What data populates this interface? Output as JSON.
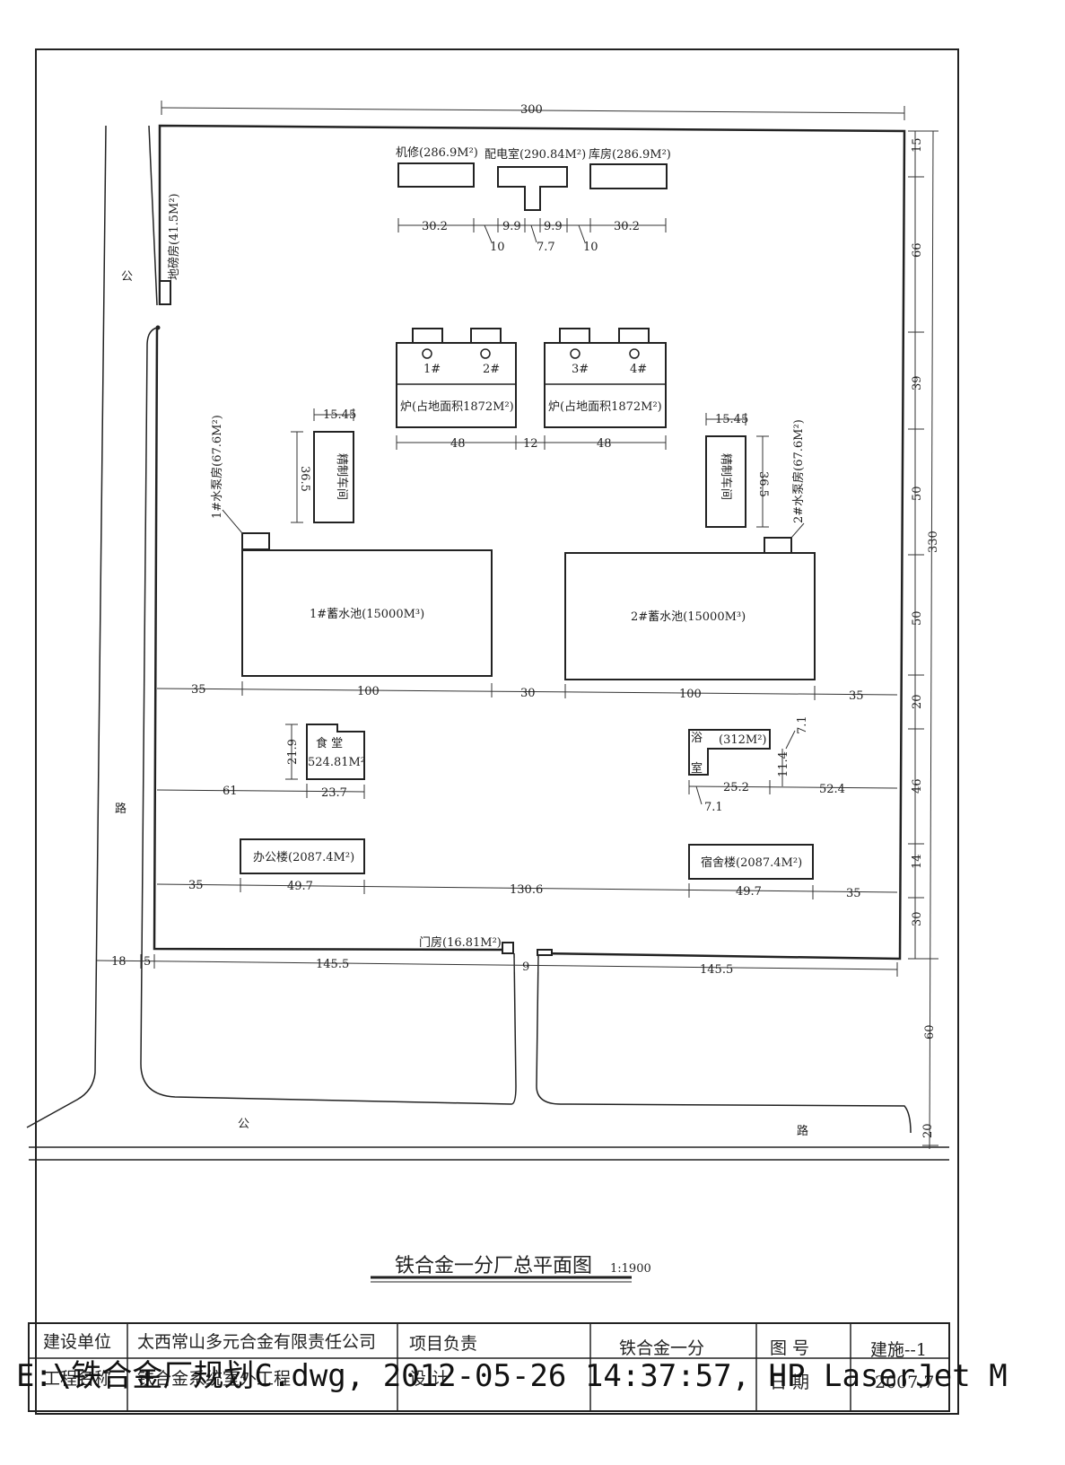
{
  "title": {
    "main": "铁合金一分厂总平面图",
    "scale": "1:1900"
  },
  "roads": {
    "road_left_a": "公",
    "road_left_b": "路",
    "road_bottom_a": "公",
    "road_bottom_b": "路"
  },
  "buildings": {
    "jixiu": "机修(286.9M²)",
    "peidian": "配电室(290.84M²)",
    "kufang": "库房(286.9M²)",
    "dibang": "地磅房(41.5M²)",
    "furnace_1": "1#",
    "furnace_2": "2#",
    "furnace_3": "3#",
    "furnace_4": "4#",
    "furnace_a": "炉(占地面积1872M²)",
    "furnace_b": "炉(占地面积1872M²)",
    "jingzhi_left": "精制车间",
    "jingzhi_right": "精制车间",
    "pump_1": "1#水泵房(67.6M²)",
    "pump_2": "2#水泵房(67.6M²)",
    "pool_1": "1#蓄水池(15000M³)",
    "pool_2": "2#蓄水池(15000M³)",
    "canteen_a": "食  堂",
    "canteen_b": "524.81M²",
    "bath_a": "浴",
    "bath_b": "(312M²)",
    "bath_c": "室",
    "office": "办公楼(2087.4M²)",
    "dorm": "宿舍楼(2087.4M²)",
    "gate": "门房(16.81M²)"
  },
  "dims": {
    "d300": "300",
    "d30_2a": "30.2",
    "d9_9a": "9.9",
    "d9_9b": "9.9",
    "d30_2b": "30.2",
    "d10a": "10",
    "d7_7": "7.7",
    "d10b": "10",
    "d15_45a": "15.45",
    "d15_45b": "15.45",
    "d36_5a": "36.5",
    "d36_5b": "36.5",
    "d48a": "48",
    "d12": "12",
    "d48b": "48",
    "d35a": "35",
    "d100a": "100",
    "d30": "30",
    "d100b": "100",
    "d35b": "35",
    "d21_9": "21.9",
    "d61": "61",
    "d23_7": "23.7",
    "d7_1a": "7.1",
    "d11_4": "11.4",
    "d25_2": "25.2",
    "d52_4": "52.4",
    "d7_1b": "7.1",
    "d35c": "35",
    "d49_7a": "49.7",
    "d130_6": "130.6",
    "d49_7b": "49.7",
    "d35d": "35",
    "d18": "18",
    "d5": "5",
    "d145_5a": "145.5",
    "d9": "9",
    "d145_5b": "145.5",
    "r15": "15",
    "r66": "66",
    "r39": "39",
    "r50a": "50",
    "r330": "330",
    "r50b": "50",
    "r20a": "20",
    "r46": "46",
    "r14": "14",
    "r30": "30",
    "r60": "60",
    "r20b": "20"
  },
  "title_block": {
    "k_unit": "建设单位",
    "v_unit": "太西常山多元合金有限责任公司",
    "k_leader": "项目负责",
    "v_project": "铁合金一分",
    "k_no": "图  号",
    "v_no": "建施--1",
    "k_name": "工程名称",
    "v_name": "铁合金系统室外工程",
    "k_design": "设  计",
    "k_date": "日  期",
    "v_date": "2007.7"
  },
  "footer": "E:\\铁合金厂规划C.dwg, 2012-05-26 14:37:57, HP LaserJet M"
}
